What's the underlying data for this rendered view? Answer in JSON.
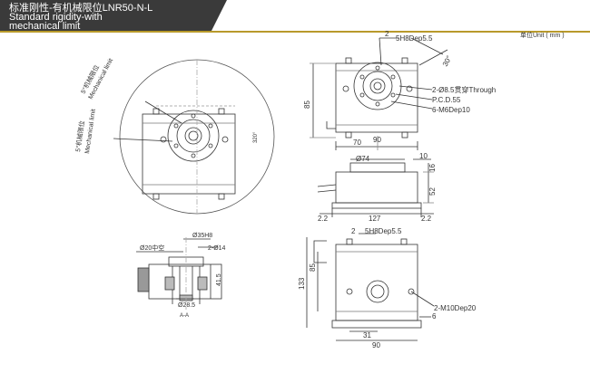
{
  "header": {
    "title_cn": "标准刚性-有机械限位LNR50-N-L",
    "title_en_line1": "Standard rigidity-with",
    "title_en_line2": "mechanical limit",
    "unit": "单位Unit ( mm )"
  },
  "side_view": {
    "limit_label_top_cn": "5°机械限位",
    "limit_label_top_en": "Mechanical limit",
    "limit_label_side_cn": "5°机械限位",
    "limit_label_side_en": "Mechanical limit",
    "angle": "320°"
  },
  "top_view": {
    "dim_2": "2",
    "tap": "5H8Dep5.5",
    "angle": "30°",
    "through": "2-Ø8.5贯穿Through",
    "pcd": "P.C.D.55",
    "thread": "6-M6Dep10",
    "dim_85": "85",
    "dim_70": "70",
    "dim_90": "90"
  },
  "front_view": {
    "dia_74": "Ø74",
    "dim_10": "10",
    "dim_16": "16",
    "dim_52": "52",
    "dim_22_left": "2.2",
    "dim_127": "127",
    "dim_22_right": "2.2"
  },
  "section": {
    "hole": "Ø20中空",
    "dia_35": "Ø35H8",
    "holes": "2-Ø14",
    "dia_28": "Ø28.5",
    "dim_415": "41.5",
    "label": "A-A"
  },
  "bottom_view": {
    "dim_2": "2",
    "tap": "5H8Dep5.5",
    "dim_133": "133",
    "dim_85": "85",
    "thread": "2-M10Dep20",
    "dim_6": "6",
    "dim_31": "31",
    "dim_90": "90"
  }
}
